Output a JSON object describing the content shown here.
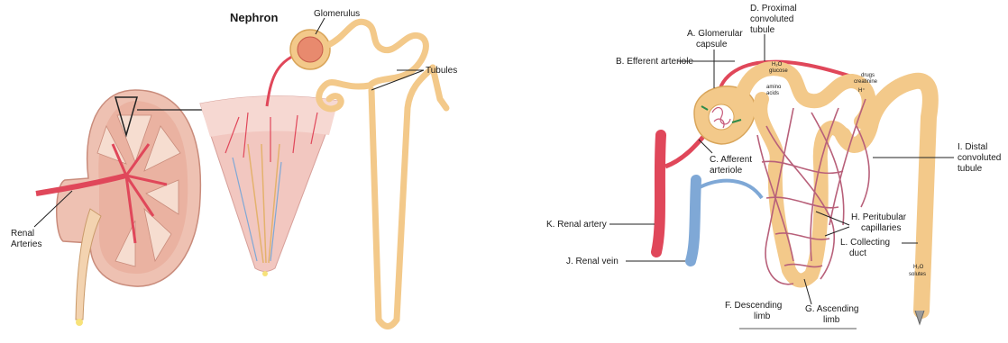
{
  "left_panel": {
    "title": "Nephron",
    "glomerulus": "Glomerulus",
    "tubules": "Tubules",
    "renal_arteries": [
      "Renal",
      "Arteries"
    ]
  },
  "right_panel": {
    "a": [
      "A. Glomerular",
      "capsule"
    ],
    "b": "B. Efferent arteriole",
    "c": [
      "C. Afferent",
      "arteriole"
    ],
    "d": [
      "D. Proximal",
      "convoluted",
      "tubule"
    ],
    "f": [
      "F. Descending",
      "limb"
    ],
    "g": [
      "G. Ascending",
      "limb"
    ],
    "h": [
      "H. Peritubular",
      "capillaries"
    ],
    "i": [
      "I. Distal",
      "convoluted",
      "tubule"
    ],
    "j": "J. Renal vein",
    "k": "K. Renal artery",
    "l": [
      "L. Collecting",
      "duct"
    ],
    "small": {
      "h2o_glucose": [
        "H₂O",
        "glucose"
      ],
      "amino_acids": [
        "amino",
        "acids"
      ],
      "drugs_creatinine": [
        "drugs",
        "creatinine"
      ],
      "h_ion": "H⁺",
      "h2o_solutes": [
        "H₂O",
        "solutes"
      ]
    }
  },
  "colors": {
    "artery": "#e0475a",
    "vein": "#7fa8d6",
    "tubule": "#f3c98a",
    "tubule_edge": "#d9a55a",
    "capillary": "#b8607a",
    "kidney": "#eec1b2",
    "line": "#222222"
  }
}
